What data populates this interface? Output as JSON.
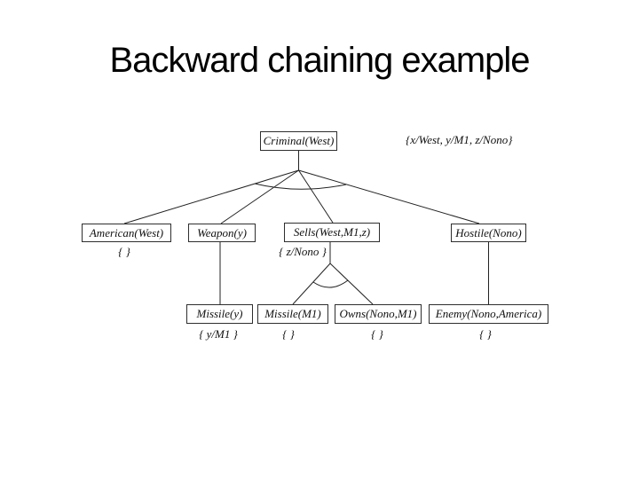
{
  "slide": {
    "title": "Backward chaining example",
    "background_color": "#ffffff",
    "text_color": "#000000",
    "line_color": "#222222"
  },
  "tree": {
    "global_substitution": "{x/West, y/M1, z/Nono}",
    "nodes": [
      {
        "id": "criminal",
        "label": "Criminal(West)"
      },
      {
        "id": "american",
        "label": "American(West)",
        "substitution": "{ }"
      },
      {
        "id": "weapon",
        "label": "Weapon(y)"
      },
      {
        "id": "sells",
        "label": "Sells(West,M1,z)",
        "substitution": "{ z/Nono }"
      },
      {
        "id": "hostile",
        "label": "Hostile(Nono)"
      },
      {
        "id": "missile-y",
        "label": "Missile(y)",
        "substitution": "{ y/M1 }"
      },
      {
        "id": "missile-m1",
        "label": "Missile(M1)",
        "substitution": "{ }"
      },
      {
        "id": "owns",
        "label": "Owns(Nono,M1)",
        "substitution": "{ }"
      },
      {
        "id": "enemy",
        "label": "Enemy(Nono,America)",
        "substitution": "{ }"
      }
    ]
  }
}
